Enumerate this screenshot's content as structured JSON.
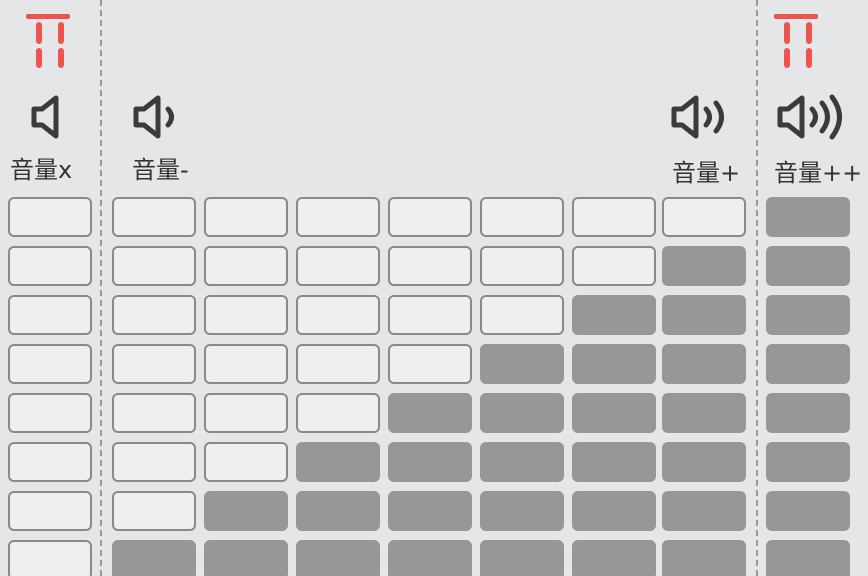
{
  "labels": {
    "mute": "音量x",
    "down": "音量-",
    "up": "音量+",
    "max": "音量++"
  },
  "icons": {
    "logo": "seven-segment-logo-icon",
    "mute": "speaker-mute-icon",
    "down": "speaker-low-icon",
    "up": "speaker-high-icon",
    "max": "speaker-max-icon"
  },
  "colors": {
    "background": "#e5e6e8",
    "logo": "#ef5350",
    "cell_on": "#969799",
    "cell_off": "#efeff0",
    "cell_border": "#8a8a8a",
    "icon": "#3b3b3b"
  },
  "meter": {
    "rows": 8,
    "columns": [
      {
        "group": "mute",
        "filled": 0
      },
      {
        "group": "main",
        "filled": 1
      },
      {
        "group": "main",
        "filled": 2
      },
      {
        "group": "main",
        "filled": 3
      },
      {
        "group": "main",
        "filled": 4
      },
      {
        "group": "main",
        "filled": 5
      },
      {
        "group": "main",
        "filled": 6
      },
      {
        "group": "main",
        "filled": 7
      },
      {
        "group": "max",
        "filled": 8
      }
    ]
  }
}
